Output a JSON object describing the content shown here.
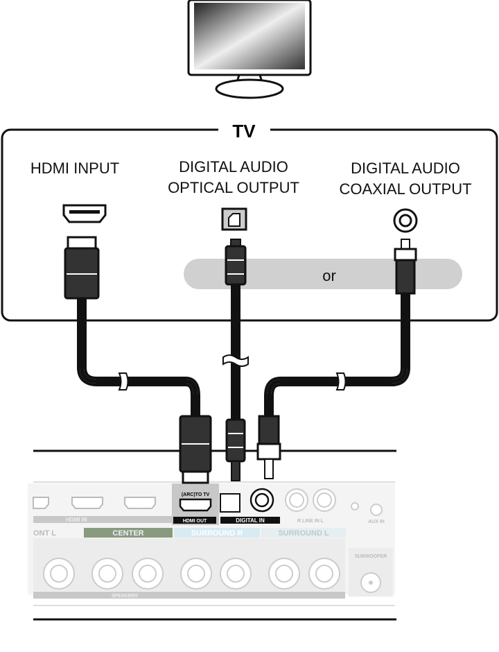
{
  "tv_label": "TV",
  "tv_ports": {
    "hdmi": "HDMI INPUT",
    "optical_1": "DIGITAL AUDIO",
    "optical_2": "OPTICAL OUTPUT",
    "coax_1": "DIGITAL AUDIO",
    "coax_2": "COAXIAL OUTPUT",
    "or": "or"
  },
  "receiver": {
    "hdmi_in": "HDMI IN",
    "arc": "(ARC)TO TV",
    "hdmi_out": "HDMI OUT",
    "digital_in": "DIGITAL IN",
    "line_in": "R  LINE IN  L",
    "aux_in": "AUX IN",
    "front": "ONT L",
    "center": "CENTER",
    "surround_r": "SURROUND R",
    "surround_l": "SURROUND L",
    "subwoofer": "SUBWOOFER",
    "speakers": "SPEAKERS"
  },
  "colors": {
    "center": "#8a9a7e",
    "surround_r": "#d8eaf2",
    "surround_l": "#e6eef2",
    "panel": "#ececec"
  }
}
